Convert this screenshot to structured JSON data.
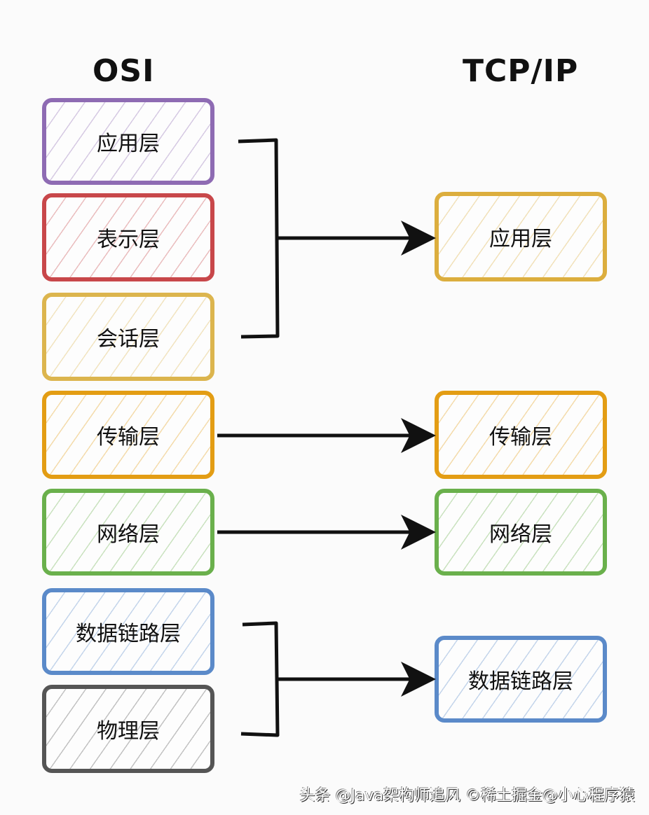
{
  "titles": {
    "osi": "OSI",
    "tcpip": "TCP/IP"
  },
  "osi_layers": [
    {
      "label": "应用层",
      "color": "#8e6bb3"
    },
    {
      "label": "表示层",
      "color": "#c8474a"
    },
    {
      "label": "会话层",
      "color": "#dcb54e"
    },
    {
      "label": "传输层",
      "color": "#e39d14"
    },
    {
      "label": "网络层",
      "color": "#6ab04c"
    },
    {
      "label": "数据链路层",
      "color": "#5b8ac9"
    },
    {
      "label": "物理层",
      "color": "#555555"
    }
  ],
  "tcpip_layers": [
    {
      "label": "应用层",
      "color": "#dcae3e"
    },
    {
      "label": "传输层",
      "color": "#e39d14"
    },
    {
      "label": "网络层",
      "color": "#6ab04c"
    },
    {
      "label": "数据链路层",
      "color": "#5b8ac9"
    }
  ],
  "mappings": [
    {
      "from": [
        "应用层",
        "表示层",
        "会话层"
      ],
      "to": "应用层"
    },
    {
      "from": [
        "传输层"
      ],
      "to": "传输层"
    },
    {
      "from": [
        "网络层"
      ],
      "to": "网络层"
    },
    {
      "from": [
        "数据链路层",
        "物理层"
      ],
      "to": "数据链路层"
    }
  ],
  "watermark": "头条 @Java架构师追风  ©稀土掘金@小心程序猿"
}
